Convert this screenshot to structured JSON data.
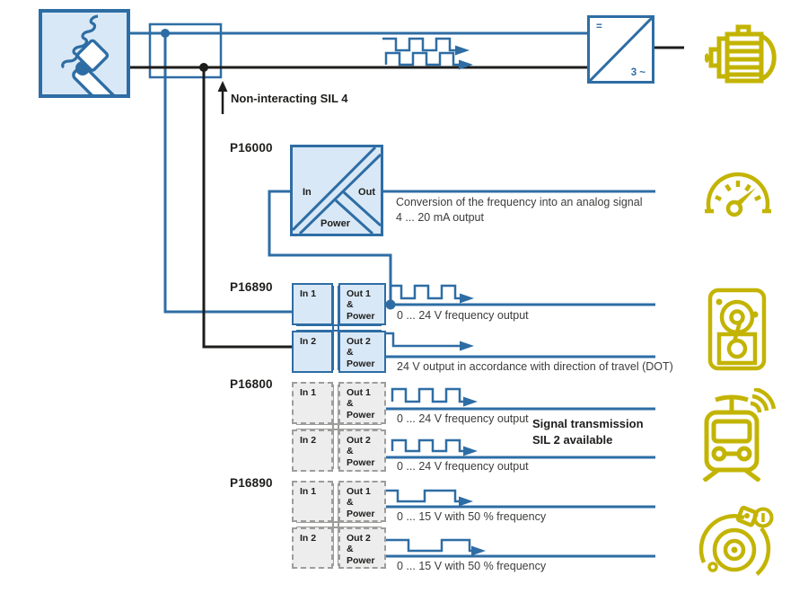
{
  "colors": {
    "blue": "#2e6da4",
    "light_blue": "#d9e8f6",
    "black": "#1d1d1b",
    "gray": "#9d9d9c",
    "light_gray": "#ededed",
    "yellow": "#c3b404"
  },
  "annotations": {
    "non_interacting": "Non-interacting SIL 4",
    "sil2_note": "Signal transmission\nSIL 2 available"
  },
  "converter": {
    "dc_label": "=",
    "ac_label": "3 ~"
  },
  "p16000": {
    "name": "P16000",
    "cells": {
      "in": "In",
      "out": "Out",
      "power": "Power"
    },
    "description": "Conversion of the frequency into an analog signal\n4 ... 20 mA output"
  },
  "modules": [
    {
      "name": "P16890",
      "style": "solid",
      "in1": "In 1",
      "out1": "Out 1\n&\nPower",
      "in2": "In 2",
      "out2": "Out 2\n&\nPower",
      "out1_text": "0 ... 24 V frequency output",
      "out2_text": "24 V output in accordance with direction of travel (DOT)"
    },
    {
      "name": "P16800",
      "style": "dashed",
      "in1": "In 1",
      "out1": "Out 1\n&\nPower",
      "in2": "In 2",
      "out2": "Out 2\n&\nPower",
      "out1_text": "0 ... 24 V frequency output",
      "out2_text": "0 ... 24 V frequency output"
    },
    {
      "name": "P16890",
      "style": "dashed",
      "in1": "In 1",
      "out1": "Out 1\n&\nPower",
      "in2": "In 2",
      "out2": "Out 2\n&\nPower",
      "out1_text": "0 ... 15 V with 50 % frequency",
      "out2_text": "0 ... 15 V with 50 % frequency"
    }
  ],
  "icons": {
    "sensor": "speed-sensor-icon",
    "motor": "electric-motor-icon",
    "gauge": "speedometer-icon",
    "elevator": "elevator-hoist-icon",
    "train": "train-wireless-icon",
    "brake": "disc-brake-warning-icon"
  }
}
